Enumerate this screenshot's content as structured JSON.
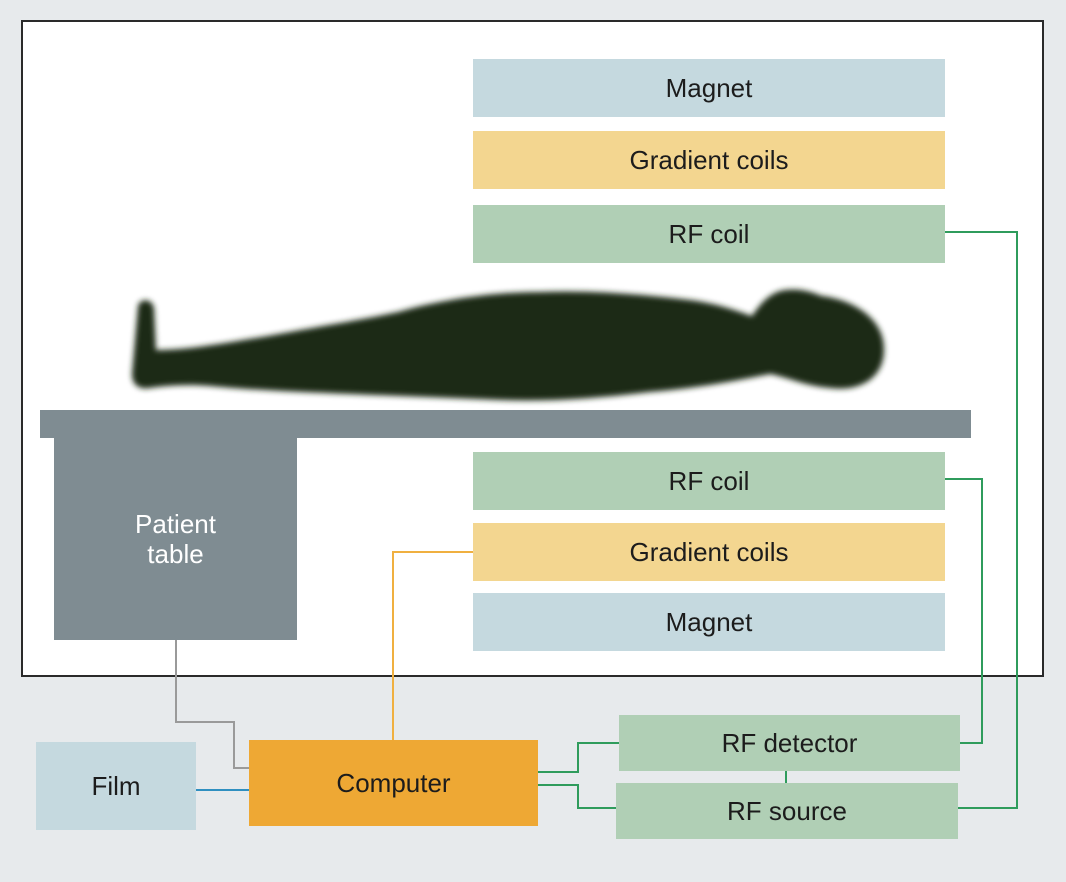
{
  "colors": {
    "magnet": "#c5d9df",
    "gradient_coils": "#f3d690",
    "rf": "#b0cfb5",
    "film": "#c5d9df",
    "computer": "#eea834",
    "table": "#7f8c92",
    "patient": "#1f2b19",
    "wire_rf": "#2f9c5c",
    "wire_gradient": "#f0b040",
    "wire_table": "#9a9a9a",
    "wire_film": "#2f8fc0"
  },
  "top_stack": {
    "magnet": "Magnet",
    "gradient_coils": "Gradient coils",
    "rf_coil": "RF coil"
  },
  "bottom_stack": {
    "rf_coil": "RF coil",
    "gradient_coils": "Gradient coils",
    "magnet": "Magnet"
  },
  "patient_table": {
    "line1": "Patient",
    "line2": "table"
  },
  "devices": {
    "film": "Film",
    "computer": "Computer",
    "rf_detector": "RF detector",
    "rf_source": "RF source"
  }
}
